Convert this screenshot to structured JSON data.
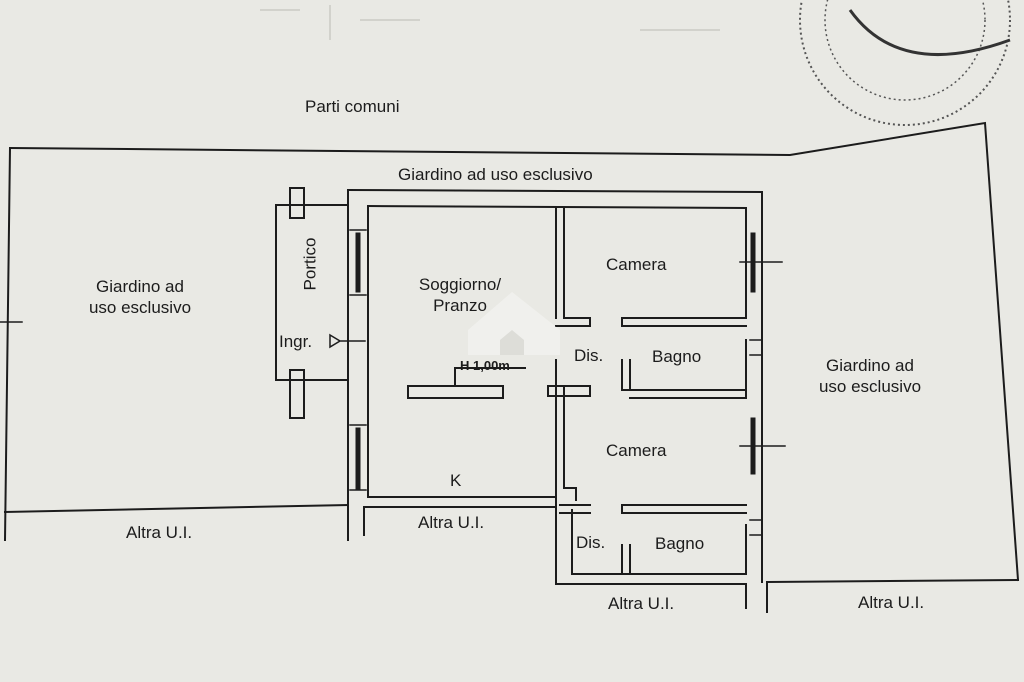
{
  "labels": {
    "parti_comuni": "Parti comuni",
    "giardino_top": "Giardino ad uso esclusivo",
    "giardino_left": "Giardino ad\nuso esclusivo",
    "giardino_right": "Giardino ad\nuso esclusivo",
    "portico": "Portico",
    "ingr": "Ingr.",
    "soggiorno": "Soggiorno/\nPranzo",
    "height": "H 1,00m",
    "k": "K",
    "camera_1": "Camera",
    "camera_2": "Camera",
    "dis_1": "Dis.",
    "dis_2": "Dis.",
    "bagno_1": "Bagno",
    "bagno_2": "Bagno",
    "altra_left": "Altra U.I.",
    "altra_center": "Altra U.I.",
    "altra_bottom": "Altra U.I.",
    "altra_right": "Altra U.I."
  },
  "colors": {
    "background": "#e9e9e4",
    "lines": "#1c1c1c"
  }
}
